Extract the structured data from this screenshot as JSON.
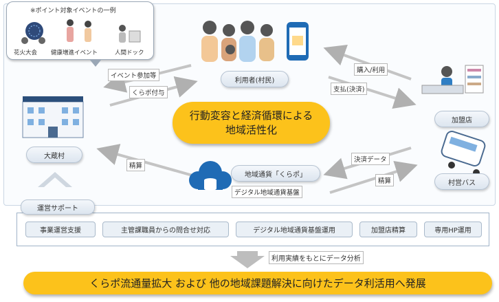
{
  "callout": {
    "note": "※ポイント対象イベントの一例",
    "events": [
      "花火大会",
      "健康増進イベント",
      "人間ドック"
    ]
  },
  "nodes": {
    "residents": "利用者(村民)",
    "village": "大蔵村",
    "member_store": "加盟店",
    "village_bus": "村営バス",
    "currency": "地域通貨「くらポ」",
    "platform": "デジタル地域通貨基盤"
  },
  "arrow_labels": {
    "event_join": "イベント参加等",
    "kurapo_grant": "くらポ付与",
    "purchase_use": "購入/利用",
    "payment": "支払(決済)",
    "payment_data": "決済データ",
    "settlement_store": "精算",
    "settlement_village": "精算"
  },
  "center": {
    "line1": "行動変容と経済循環による",
    "line2": "地域活性化"
  },
  "support": {
    "title": "運営サポート",
    "items": [
      "事業運営支援",
      "主管課職員からの問合せ対応",
      "デジタル地域通貨基盤運用",
      "加盟店精算",
      "専用HP運用"
    ]
  },
  "analysis_label": "利用実績をもとにデータ分析",
  "bottom_banner": "くらポ流通量拡大 および 他の地域課題解決に向けたデータ利活用へ発展",
  "colors": {
    "accent": "#fcc21b",
    "border": "#b6c3d2"
  }
}
